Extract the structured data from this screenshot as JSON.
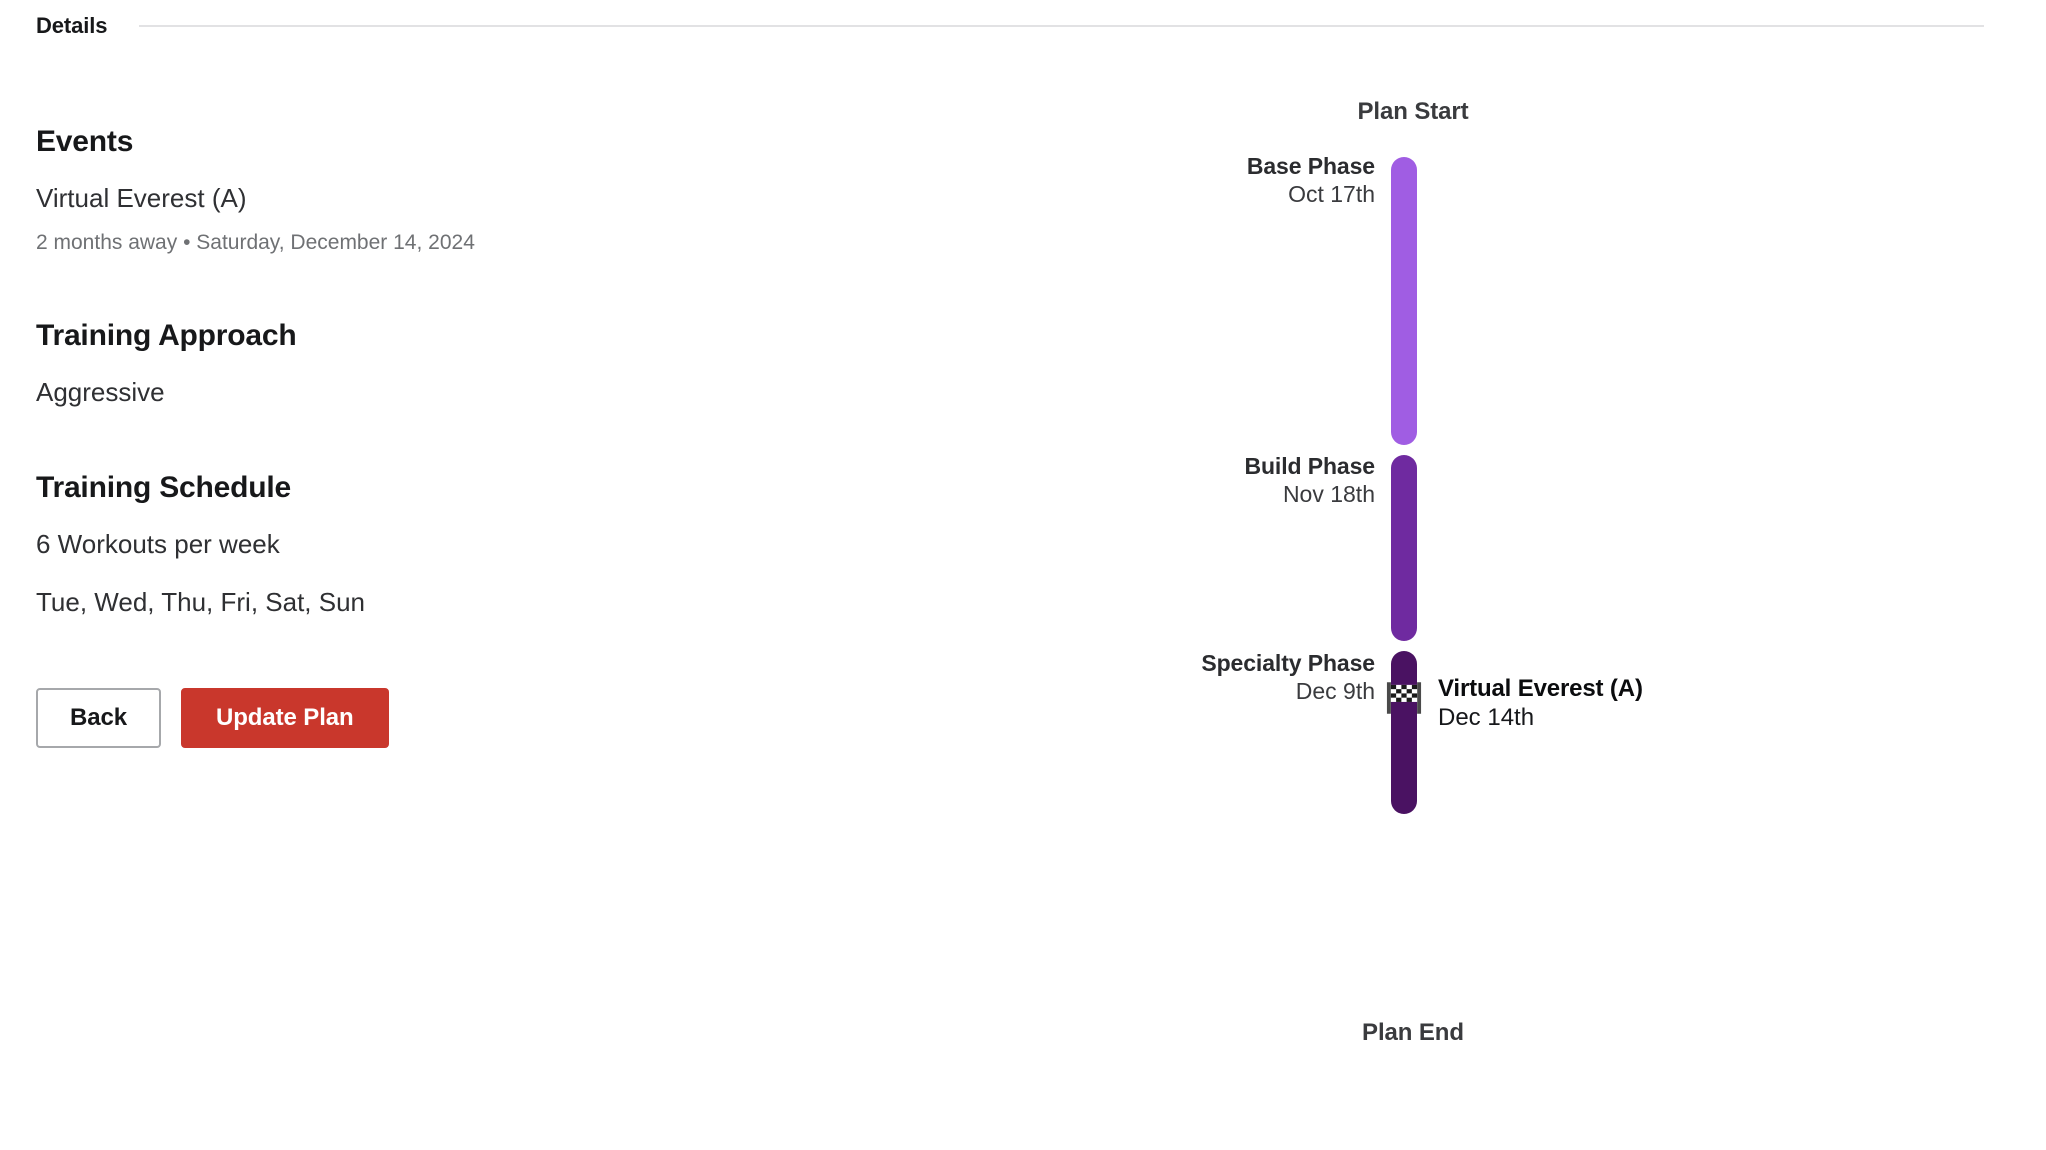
{
  "header": {
    "title": "Details"
  },
  "details": {
    "events": {
      "heading": "Events",
      "name": "Virtual Everest (A)",
      "meta": "2 months away • Saturday, December 14, 2024"
    },
    "training_approach": {
      "heading": "Training Approach",
      "value": "Aggressive"
    },
    "training_schedule": {
      "heading": "Training Schedule",
      "frequency": "6 Workouts per week",
      "days": "Tue, Wed, Thu, Fri, Sat, Sun"
    },
    "actions": {
      "back_label": "Back",
      "update_label": "Update Plan",
      "update_color": "#c9372c",
      "back_border_color": "#a6a8ab"
    }
  },
  "timeline": {
    "start_label": "Plan Start",
    "end_label": "Plan End",
    "phases": [
      {
        "name": "Base Phase",
        "date": "Oct 17th",
        "color": "#a05de3"
      },
      {
        "name": "Build Phase",
        "date": "Nov 18th",
        "color": "#6f2aa0"
      },
      {
        "name": "Specialty Phase",
        "date": "Dec 9th",
        "color": "#4a1262"
      }
    ],
    "event_marker": {
      "icon": "checkered-flag-icon",
      "name": "Virtual Everest (A)",
      "date": "Dec 14th"
    }
  }
}
